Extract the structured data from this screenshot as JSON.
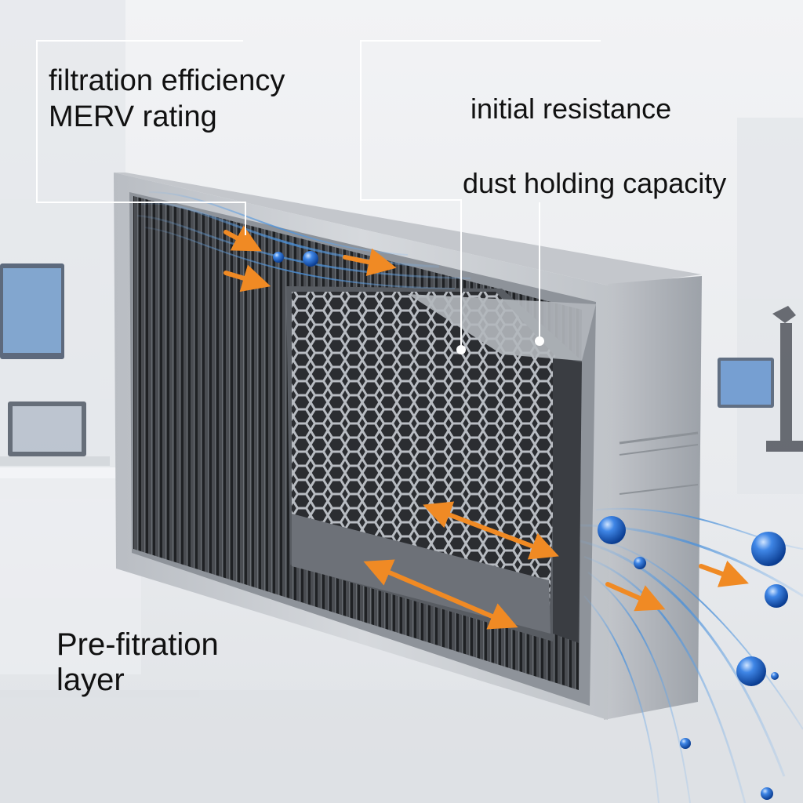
{
  "labels": {
    "filtration_efficiency": "filtration efficiency",
    "merv_rating": "MERV rating",
    "initial_resistance": "initial resistance",
    "dust_holding_capacity": "dust holding capacity",
    "pre_filtration_line1": "Pre-fitration",
    "pre_filtration_line2": "layer"
  },
  "colors": {
    "background": "#eef0f3",
    "frame": "#c9ccd1",
    "frame_dark": "#9ea3aa",
    "pleats": "#2d2f33",
    "mesh": "#3a3c40",
    "arrow": "#f08a24",
    "airflow": "#4a90d9",
    "particle": "#1f5fc7",
    "callout_line": "#ffffff"
  }
}
